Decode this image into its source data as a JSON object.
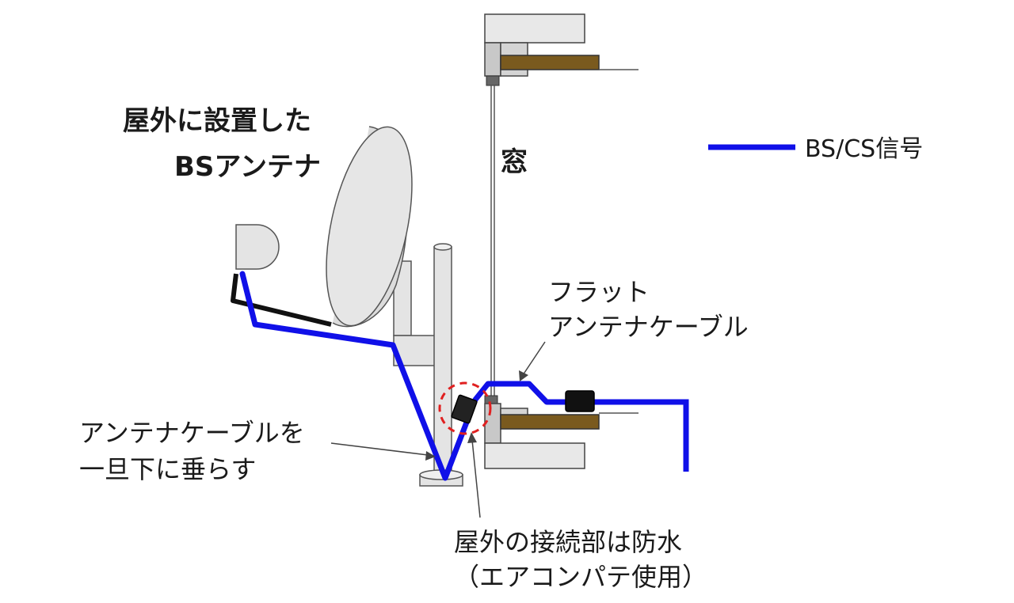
{
  "labels": {
    "antenna_title_line1": "屋外に設置した",
    "antenna_title_line2": "BSアンテナ",
    "window": "窓",
    "legend": "BS/CS信号",
    "flat_cable_line1": "フラット",
    "flat_cable_line2": "アンテナケーブル",
    "drip_loop_line1": "アンテナケーブルを",
    "drip_loop_line2": "一旦下に垂らす",
    "waterproof_line1": "屋外の接続部は防水",
    "waterproof_line2": "（エアコンパテ使用）"
  },
  "colors": {
    "signal": "#1010e8",
    "marker": "#e02020",
    "wood": "#7a5a1e",
    "frame": "#dcdcdc",
    "outline": "#555555"
  }
}
